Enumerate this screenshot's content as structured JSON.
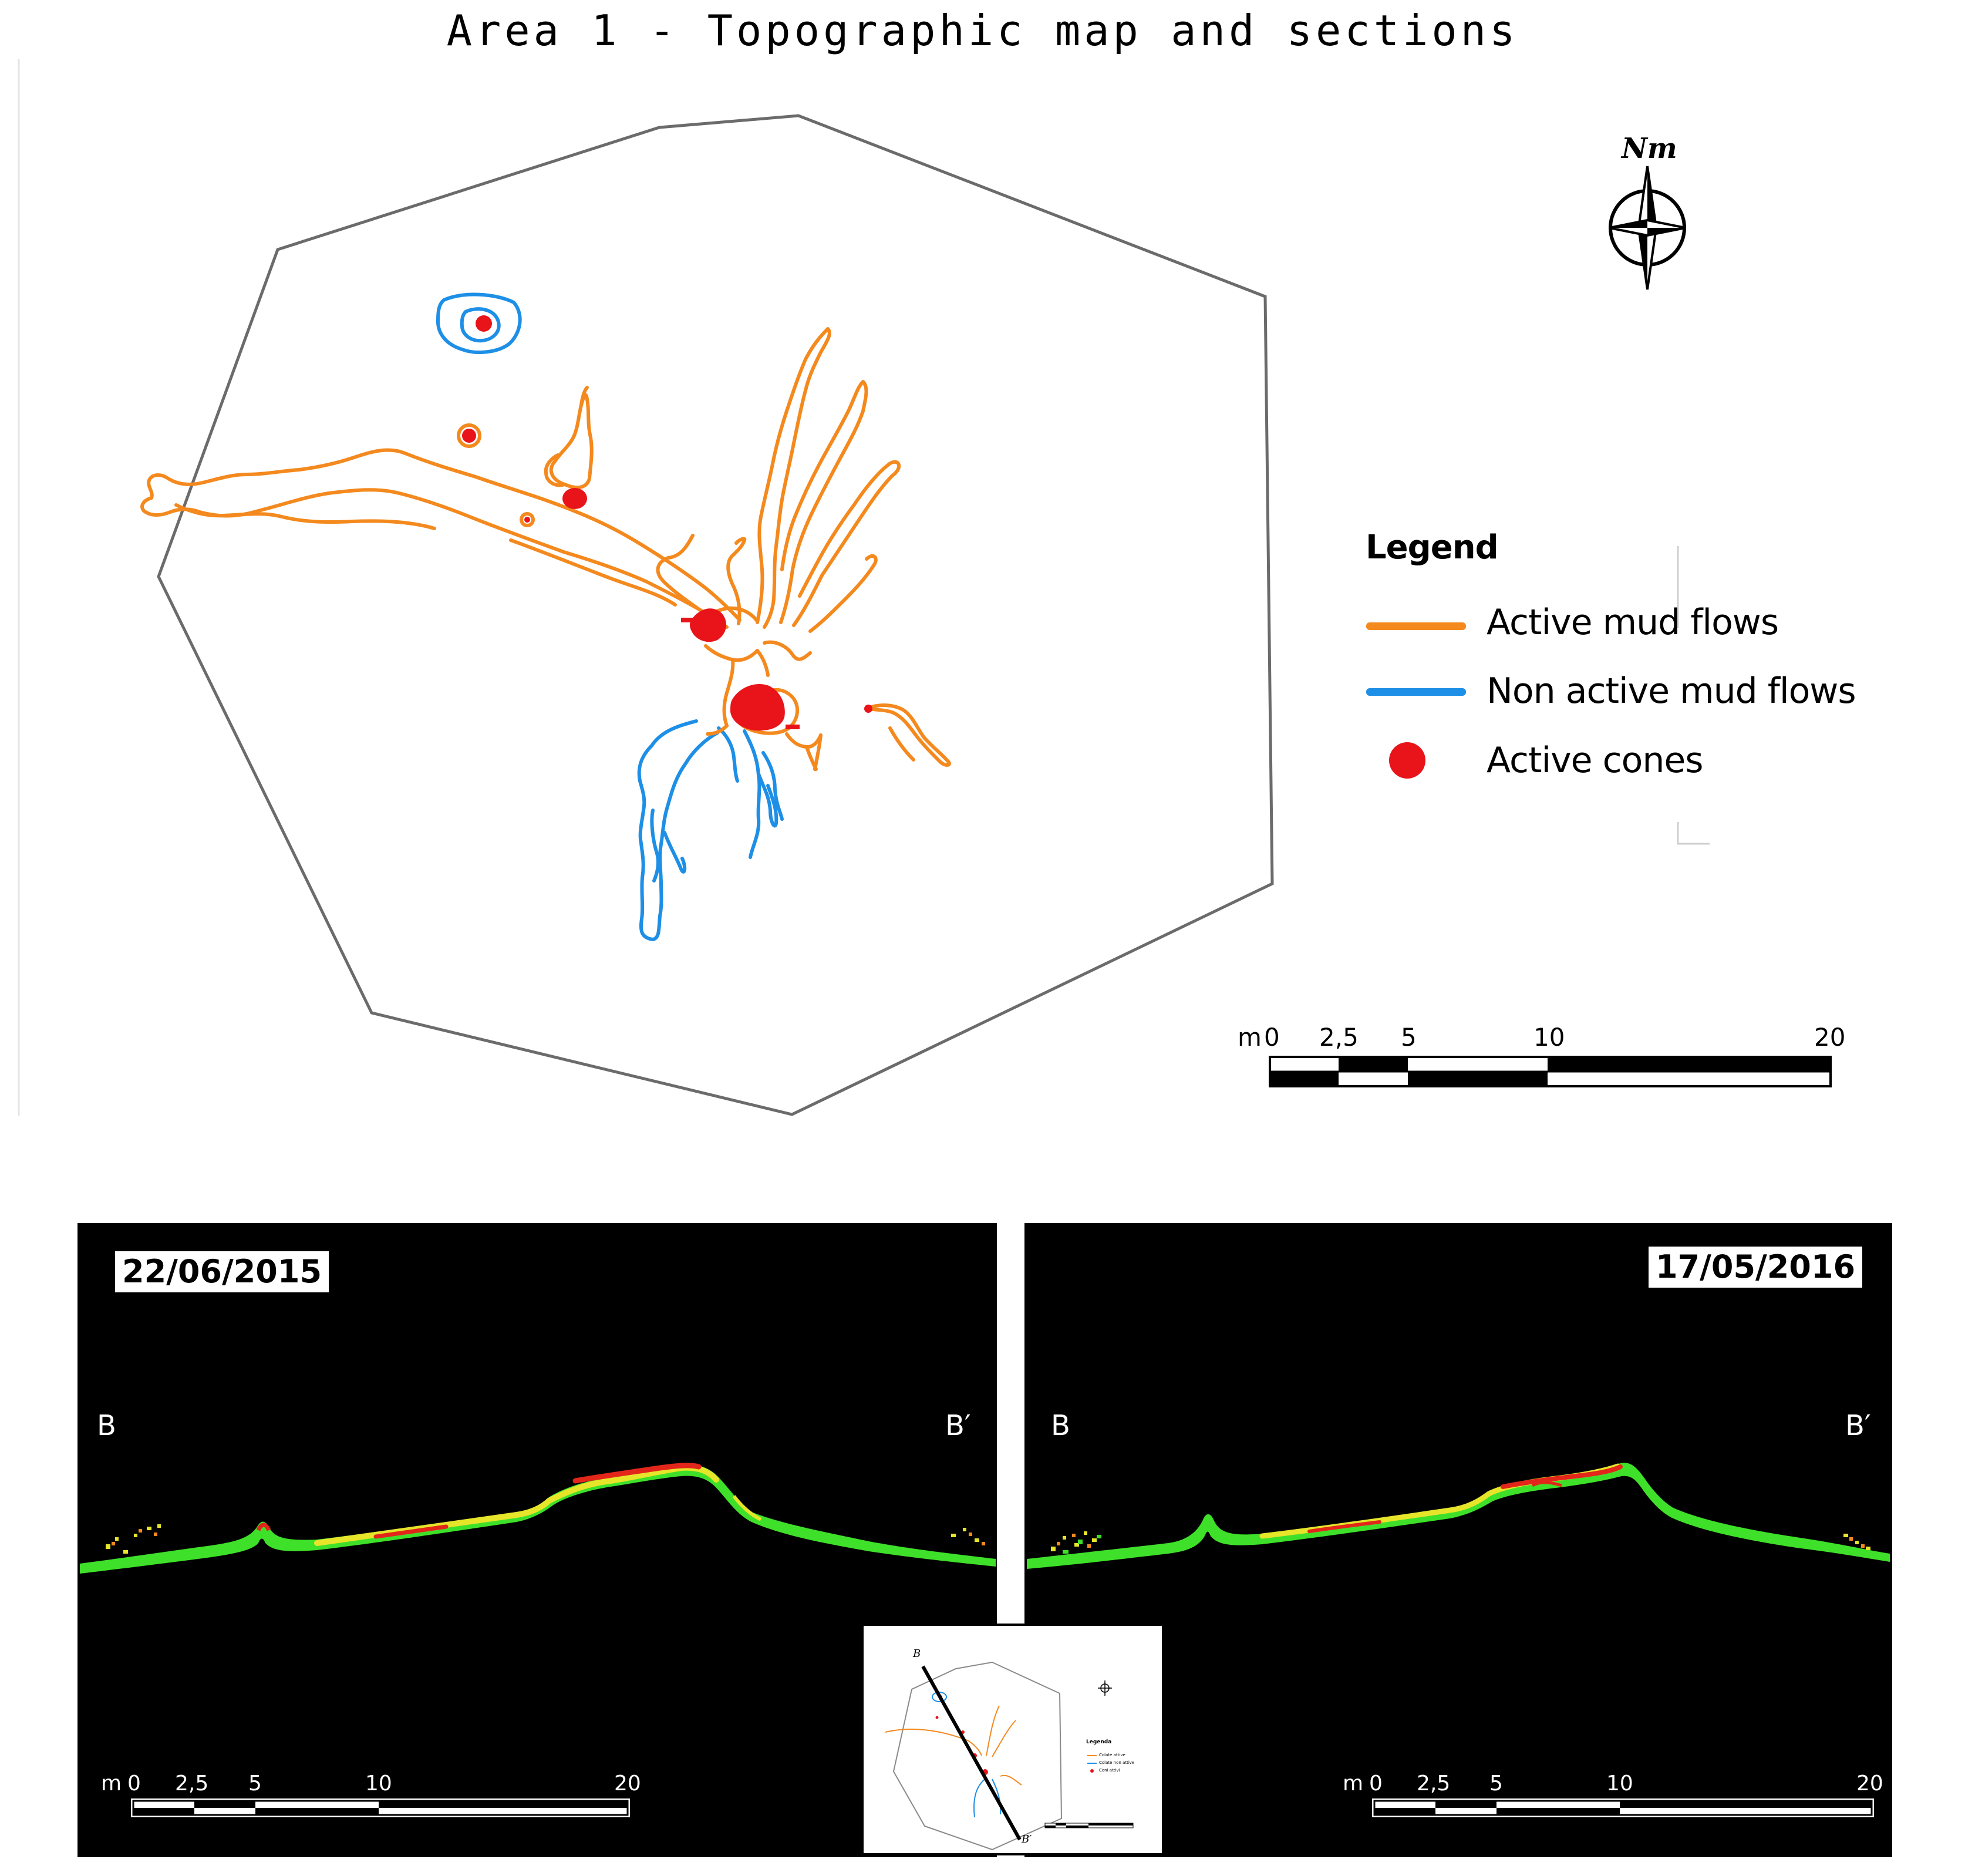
{
  "title": "Area 1 - Topographic map and sections",
  "north_label": "Nm",
  "legend": {
    "title": "Legend",
    "items": [
      {
        "label": "Active mud flows",
        "color": "#F4891E"
      },
      {
        "label": "Non active mud flows",
        "color": "#1E8FE6"
      },
      {
        "label": "Active cones",
        "color": "#E8141A"
      }
    ]
  },
  "colors": {
    "active_flow": "#F4891E",
    "non_active_flow": "#1E8FE6",
    "cone": "#E8141A",
    "boundary": "#6B6B6B",
    "profile_green": "#3FE02A",
    "profile_yellow": "#E6E52A",
    "profile_red": "#E3261A"
  },
  "scale_bar": {
    "unit": "m",
    "ticks": [
      "0",
      "2,5",
      "5",
      "10",
      "20"
    ]
  },
  "sections": [
    {
      "date": "22/06/2015",
      "start": "B",
      "end": "B′"
    },
    {
      "date": "17/05/2016",
      "start": "B",
      "end": "B′"
    }
  ],
  "inset": {
    "start": "B",
    "end": "B′",
    "legend_title": "Legenda",
    "legend_items": [
      "Colate attive",
      "Colate non attive",
      "Coni attivi"
    ]
  }
}
